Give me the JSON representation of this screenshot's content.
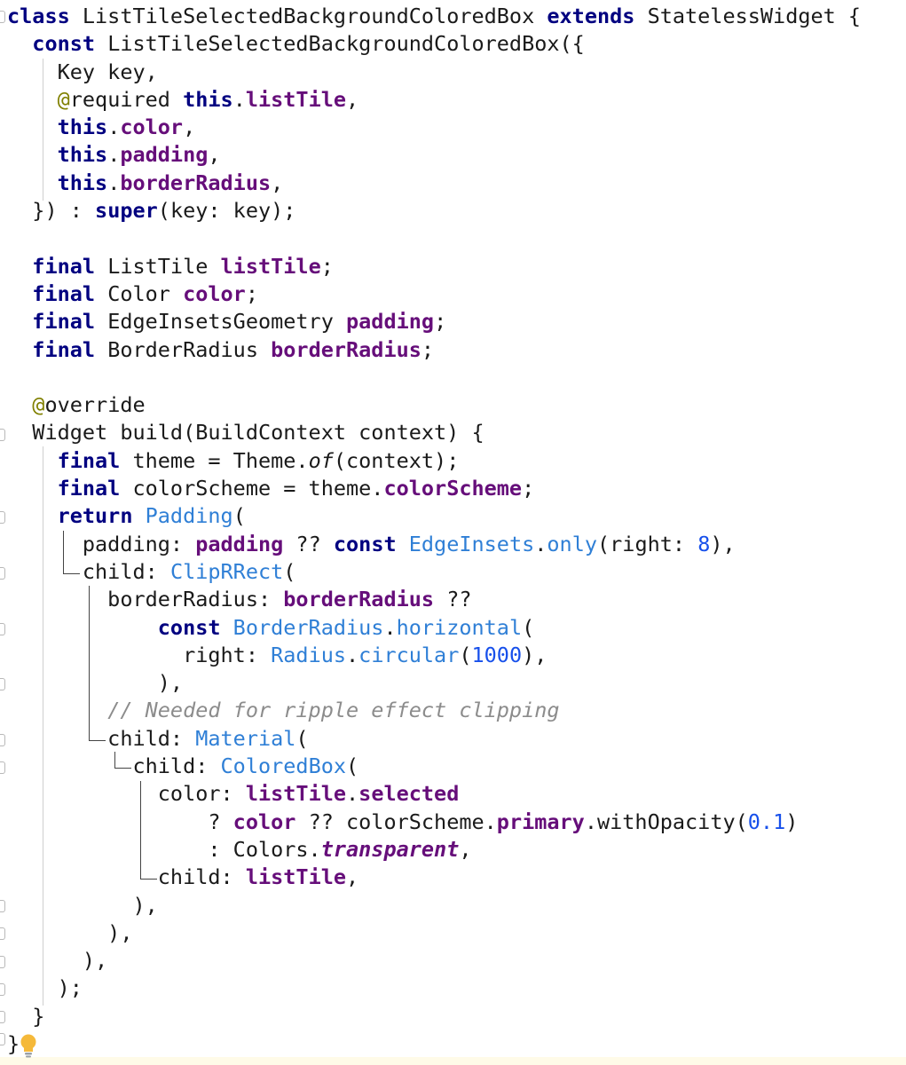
{
  "editor": {
    "language": "dart",
    "lines": [
      [
        [
          "class ",
          "kw"
        ],
        [
          "ListTileSelectedBackgroundColoredBox "
        ],
        [
          "extends ",
          "kw"
        ],
        [
          "StatelessWidget {"
        ]
      ],
      [
        [
          "  "
        ],
        [
          "const ",
          "kw"
        ],
        [
          "ListTileSelectedBackgroundColoredBox({"
        ]
      ],
      [
        [
          "    Key key,"
        ]
      ],
      [
        [
          "    "
        ],
        [
          "@",
          "ann"
        ],
        [
          "required "
        ],
        [
          "this",
          "kw"
        ],
        [
          "."
        ],
        [
          "listTile",
          "fld"
        ],
        [
          ","
        ]
      ],
      [
        [
          "    "
        ],
        [
          "this",
          "kw"
        ],
        [
          "."
        ],
        [
          "color",
          "fld"
        ],
        [
          ","
        ]
      ],
      [
        [
          "    "
        ],
        [
          "this",
          "kw"
        ],
        [
          "."
        ],
        [
          "padding",
          "fld"
        ],
        [
          ","
        ]
      ],
      [
        [
          "    "
        ],
        [
          "this",
          "kw"
        ],
        [
          "."
        ],
        [
          "borderRadius",
          "fld"
        ],
        [
          ","
        ]
      ],
      [
        [
          "  }) : "
        ],
        [
          "super",
          "kw"
        ],
        [
          "(key: key);"
        ]
      ],
      [
        [
          ""
        ]
      ],
      [
        [
          "  "
        ],
        [
          "final ",
          "kw"
        ],
        [
          "ListTile "
        ],
        [
          "listTile",
          "fld"
        ],
        [
          ";"
        ]
      ],
      [
        [
          "  "
        ],
        [
          "final ",
          "kw"
        ],
        [
          "Color "
        ],
        [
          "color",
          "fld"
        ],
        [
          ";"
        ]
      ],
      [
        [
          "  "
        ],
        [
          "final ",
          "kw"
        ],
        [
          "EdgeInsetsGeometry "
        ],
        [
          "padding",
          "fld"
        ],
        [
          ";"
        ]
      ],
      [
        [
          "  "
        ],
        [
          "final ",
          "kw"
        ],
        [
          "BorderRadius "
        ],
        [
          "borderRadius",
          "fld"
        ],
        [
          ";"
        ]
      ],
      [
        [
          ""
        ]
      ],
      [
        [
          "  "
        ],
        [
          "@",
          "ann"
        ],
        [
          "override"
        ]
      ],
      [
        [
          "  Widget build(BuildContext context) {"
        ]
      ],
      [
        [
          "    "
        ],
        [
          "final ",
          "kw"
        ],
        [
          "theme = Theme."
        ],
        [
          "of",
          "ital"
        ],
        [
          "(context);"
        ]
      ],
      [
        [
          "    "
        ],
        [
          "final ",
          "kw"
        ],
        [
          "colorScheme = theme."
        ],
        [
          "colorScheme",
          "fld"
        ],
        [
          ";"
        ]
      ],
      [
        [
          "    "
        ],
        [
          "return ",
          "kw"
        ],
        [
          "Padding",
          "cls"
        ],
        [
          "("
        ]
      ],
      [
        [
          "      padding: "
        ],
        [
          "padding ",
          "fld"
        ],
        [
          "?? "
        ],
        [
          "const ",
          "kw"
        ],
        [
          "EdgeInsets",
          "cls"
        ],
        [
          "."
        ],
        [
          "only",
          "cls"
        ],
        [
          "(right: "
        ],
        [
          "8",
          "num"
        ],
        [
          "),"
        ]
      ],
      [
        [
          "      child: "
        ],
        [
          "ClipRRect",
          "cls"
        ],
        [
          "("
        ]
      ],
      [
        [
          "        borderRadius: "
        ],
        [
          "borderRadius ",
          "fld"
        ],
        [
          "??"
        ]
      ],
      [
        [
          "            "
        ],
        [
          "const ",
          "kw"
        ],
        [
          "BorderRadius",
          "cls"
        ],
        [
          "."
        ],
        [
          "horizontal",
          "cls"
        ],
        [
          "("
        ]
      ],
      [
        [
          "              right: "
        ],
        [
          "Radius",
          "cls"
        ],
        [
          "."
        ],
        [
          "circular",
          "cls"
        ],
        [
          "("
        ],
        [
          "1000",
          "num"
        ],
        [
          "),"
        ]
      ],
      [
        [
          "            ),"
        ]
      ],
      [
        [
          "        "
        ],
        [
          "// Needed for ripple effect clipping",
          "cmt"
        ]
      ],
      [
        [
          "        child: "
        ],
        [
          "Material",
          "cls"
        ],
        [
          "("
        ]
      ],
      [
        [
          "          child: "
        ],
        [
          "ColoredBox",
          "cls"
        ],
        [
          "("
        ]
      ],
      [
        [
          "            color: "
        ],
        [
          "listTile",
          "fld"
        ],
        [
          "."
        ],
        [
          "selected",
          "fld"
        ]
      ],
      [
        [
          "                ? "
        ],
        [
          "color ",
          "fld"
        ],
        [
          "?? colorScheme."
        ],
        [
          "primary",
          "fld"
        ],
        [
          ".withOpacity("
        ],
        [
          "0.1",
          "num"
        ],
        [
          ")"
        ]
      ],
      [
        [
          "                : Colors."
        ],
        [
          "transparent",
          "fld ital"
        ],
        [
          ","
        ]
      ],
      [
        [
          "            child: "
        ],
        [
          "listTile",
          "fld"
        ],
        [
          ","
        ]
      ],
      [
        [
          "          ),"
        ]
      ],
      [
        [
          "        ),"
        ]
      ],
      [
        [
          "      ),"
        ]
      ],
      [
        [
          "    );"
        ]
      ],
      [
        [
          "  }"
        ]
      ],
      [
        [
          "}"
        ]
      ]
    ]
  },
  "gutter": {
    "intention_icon": "lightbulb-icon"
  }
}
